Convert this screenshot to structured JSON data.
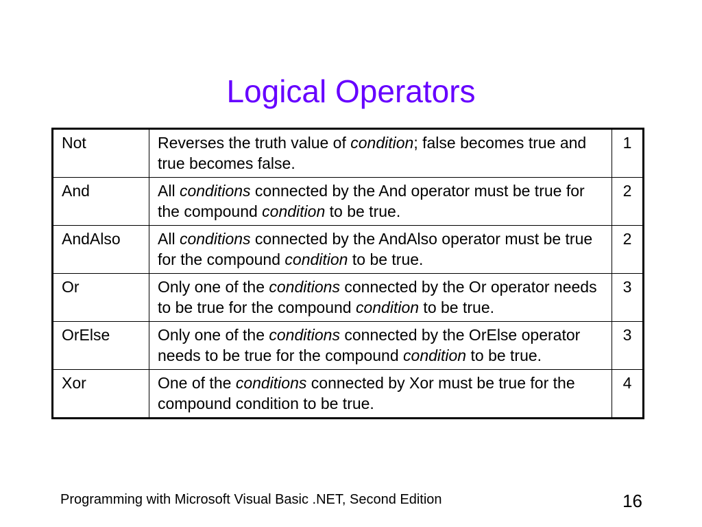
{
  "slide": {
    "title": "Logical Operators",
    "footer": "Programming with Microsoft Visual Basic .NET, Second Edition",
    "page_number": "16"
  },
  "colors": {
    "title": "#6600ff",
    "text": "#000000",
    "background": "#ffffff"
  },
  "table": {
    "rows": [
      {
        "operator": "Not",
        "description": [
          "Reverses the truth value of ",
          {
            "i": "condition"
          },
          "; false becomes true and true becomes false."
        ],
        "precedence": "1"
      },
      {
        "operator": "And",
        "description": [
          "All ",
          {
            "i": "conditions"
          },
          " connected by the And operator must be true for the compound ",
          {
            "i": "condition"
          },
          " to be true."
        ],
        "precedence": "2"
      },
      {
        "operator": "AndAlso",
        "description": [
          "All ",
          {
            "i": "conditions"
          },
          " connected by the AndAlso operator must be true for the compound ",
          {
            "i": "condition"
          },
          " to be true."
        ],
        "precedence": "2"
      },
      {
        "operator": "Or",
        "description": [
          "Only one of the ",
          {
            "i": "conditions"
          },
          " connected by the Or operator needs to be true for the compound ",
          {
            "i": "condition"
          },
          " to be true."
        ],
        "precedence": "3"
      },
      {
        "operator": "OrElse",
        "description": [
          "Only one of the ",
          {
            "i": "conditions"
          },
          " connected by the OrElse operator needs to be true for the compound ",
          {
            "i": "condition"
          },
          " to be true."
        ],
        "precedence": "3"
      },
      {
        "operator": "Xor",
        "description": [
          "One of the ",
          {
            "i": "conditions"
          },
          " connected by Xor must be true for the compound condition to be true."
        ],
        "precedence": "4"
      }
    ]
  }
}
